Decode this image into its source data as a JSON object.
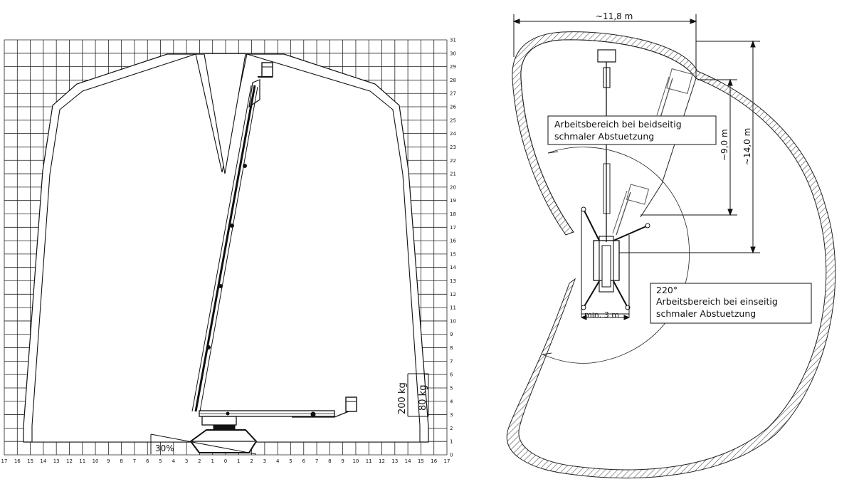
{
  "left_diagram": {
    "x_ticks": [
      "17",
      "16",
      "15",
      "14",
      "13",
      "12",
      "11",
      "10",
      "9",
      "8",
      "7",
      "6",
      "5",
      "4",
      "3",
      "2",
      "1",
      "0",
      "1",
      "2",
      "3",
      "4",
      "5",
      "6",
      "7",
      "8",
      "9",
      "10",
      "11",
      "12",
      "13",
      "14",
      "15",
      "16",
      "17"
    ],
    "y_ticks": [
      "0",
      "1",
      "2",
      "3",
      "4",
      "5",
      "6",
      "7",
      "8",
      "9",
      "10",
      "11",
      "12",
      "13",
      "14",
      "15",
      "16",
      "17",
      "18",
      "19",
      "20",
      "21",
      "22",
      "23",
      "24",
      "25",
      "26",
      "27",
      "28",
      "29",
      "30",
      "31"
    ],
    "load_200": "200 kg",
    "load_80": "80 kg",
    "slope": "30%"
  },
  "right_diagram": {
    "width_dim": "~11,8 m",
    "height_dim_14": "~14,0 m",
    "height_dim_9": "~9,0 m",
    "box_both_line1": "Arbeitsbereich bei beidseitig",
    "box_both_line2": "schmaler Abstuetzung",
    "angle": "220°",
    "box_one_line1": "Arbeitsbereich bei einseitig",
    "box_one_line2": "schmaler Abstuetzung",
    "min_width": "min. 3 m"
  }
}
